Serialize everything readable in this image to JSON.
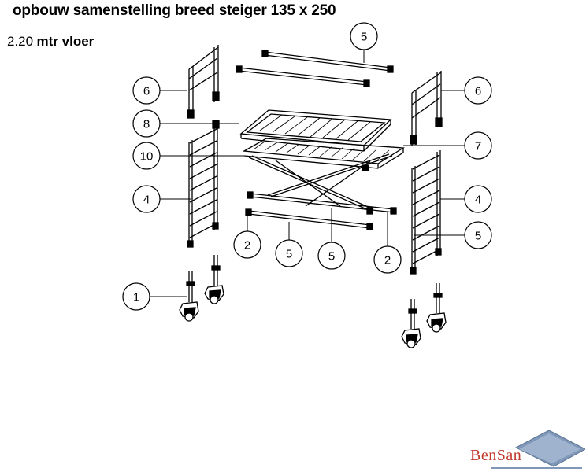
{
  "title": "opbouw samenstelling breed steiger 135 x 250",
  "subtitle": {
    "number": "2.20",
    "unit": "mtr vloer"
  },
  "logo": {
    "text_first": "Ben",
    "text_second": "San"
  },
  "callouts": {
    "c5_top": "5",
    "c6_left": "6",
    "c6_right": "6",
    "c8": "8",
    "c10": "10",
    "c7": "7",
    "c4_left": "4",
    "c4_right": "4",
    "c5_right": "5",
    "c2_left": "2",
    "c5_mid1": "5",
    "c5_mid2": "5",
    "c2_right": "2",
    "c1": "1"
  },
  "colors": {
    "line": "#000000",
    "logo_red": "#c0392b",
    "logo_roof": "#7f97b8"
  }
}
